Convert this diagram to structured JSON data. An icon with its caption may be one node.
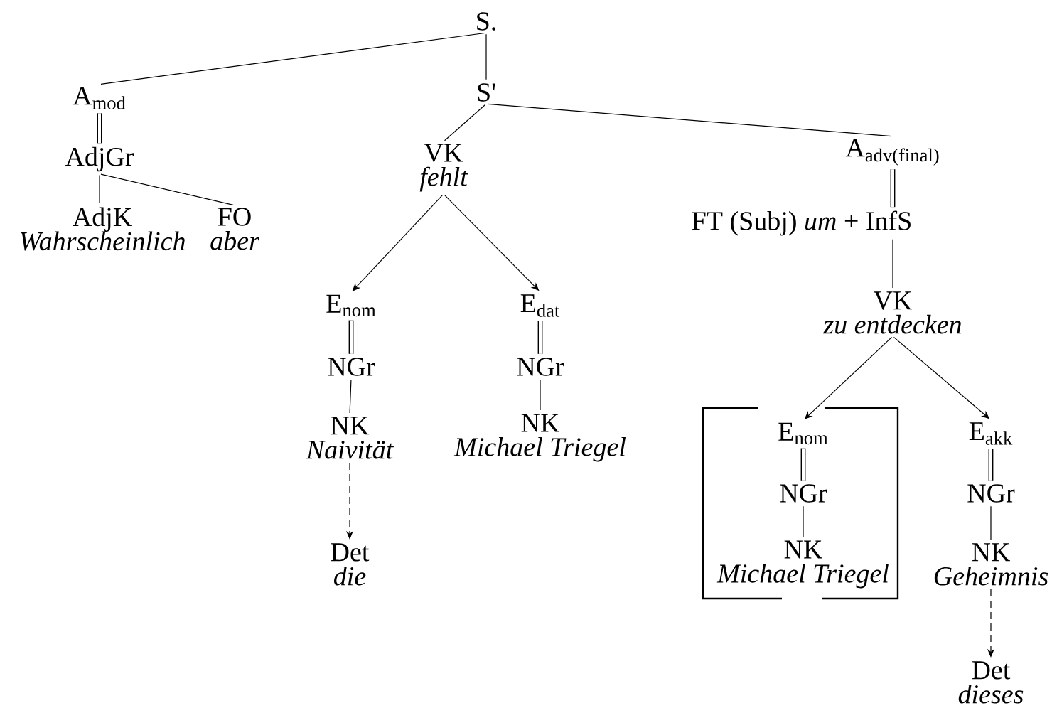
{
  "diagram": {
    "nodes": [
      {
        "text": [
          "S."
        ]
      },
      {
        "text": [
          "A$_{mod}$"
        ]
      },
      {
        "text": [
          "S'"
        ]
      },
      {
        "text": [
          "AdjGr"
        ]
      },
      {
        "text": [
          "AdjK",
          "Wahrscheinlich"
        ]
      },
      {
        "text": [
          "FO",
          "aber"
        ]
      },
      {
        "text": [
          "VK",
          "fehlt"
        ]
      },
      {
        "text": [
          "A$_{adv(final)}$"
        ]
      },
      {
        "text": [
          "FT (Subj) *um* + InfS"
        ]
      },
      {
        "text": [
          "E$_{nom}$"
        ]
      },
      {
        "text": [
          "E$_{dat}$"
        ]
      },
      {
        "text": [
          "NGr"
        ]
      },
      {
        "text": [
          "NGr"
        ]
      },
      {
        "text": [
          "NK",
          "Naivität"
        ]
      },
      {
        "text": [
          "NK",
          "Michael Triegel"
        ]
      },
      {
        "text": [
          "Det",
          "die"
        ]
      },
      {
        "text": [
          "VK",
          "zu entdecken"
        ]
      },
      {
        "text": [],
        "shape": "box"
      },
      {
        "text": [
          "E$_{nom}$"
        ],
        "in": 17
      },
      {
        "text": [
          "E$_{akk}$"
        ]
      },
      {
        "text": [
          "NGr"
        ],
        "in": 17
      },
      {
        "text": [
          "NGr"
        ]
      },
      {
        "text": [
          "NK",
          "Michael Triegel"
        ],
        "in": 17
      },
      {
        "text": [
          "NK",
          "Geheimnis"
        ]
      },
      {
        "text": [
          "Det",
          "dieses"
        ]
      }
    ],
    "edges": [
      {
        "from": 0,
        "to": 1,
        "arrow": "none"
      },
      {
        "from": 0,
        "to": 2,
        "arrow": "none"
      },
      {
        "from": 1,
        "to": 3,
        "arrow": "none",
        "style": "thick"
      },
      {
        "from": 3,
        "to": 4,
        "arrow": "none"
      },
      {
        "from": 3,
        "to": 5,
        "arrow": "none"
      },
      {
        "from": 2,
        "to": 6,
        "arrow": "none"
      },
      {
        "from": 2,
        "to": 7,
        "arrow": "none"
      },
      {
        "from": 7,
        "to": 8,
        "arrow": "none",
        "style": "thick"
      },
      {
        "from": 6,
        "to": 9,
        "arrow": "to"
      },
      {
        "from": 6,
        "to": 10,
        "arrow": "to"
      },
      {
        "from": 9,
        "to": 11,
        "arrow": "none",
        "style": "thick"
      },
      {
        "from": 10,
        "to": 12,
        "arrow": "none",
        "style": "thick"
      },
      {
        "from": 11,
        "to": 13,
        "arrow": "none"
      },
      {
        "from": 12,
        "to": 14,
        "arrow": "none"
      },
      {
        "from": 13,
        "to": 15,
        "arrow": "to",
        "style": "dashed"
      },
      {
        "from": 8,
        "to": 16,
        "arrow": "none"
      },
      {
        "from": 16,
        "to": 18,
        "arrow": "to"
      },
      {
        "from": 16,
        "to": 19,
        "arrow": "to"
      },
      {
        "from": 18,
        "to": 20,
        "arrow": "none",
        "style": "thick"
      },
      {
        "from": 19,
        "to": 21,
        "arrow": "none",
        "style": "thick"
      },
      {
        "from": 20,
        "to": 22,
        "arrow": "none"
      },
      {
        "from": 21,
        "to": 23,
        "arrow": "none"
      },
      {
        "from": 23,
        "to": 24,
        "arrow": "to",
        "style": "dashed"
      }
    ]
  }
}
